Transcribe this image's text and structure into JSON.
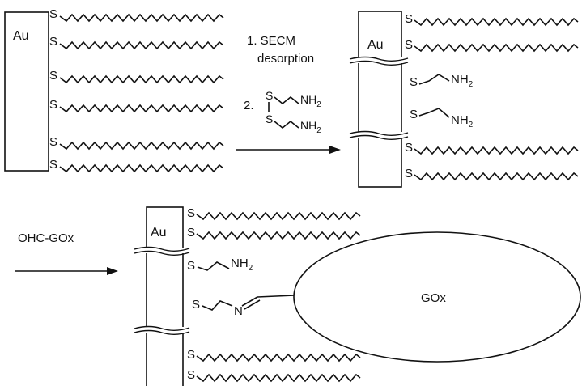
{
  "electrode_label": "Au",
  "thiol_atom": "S",
  "amine_group": "NH",
  "amine_subscript": "2",
  "imine_atom": "N",
  "step1_line1": "1. SECM",
  "step1_line2": "desorption",
  "step2_label": "2.",
  "reagent_label": "OHC-GOx",
  "enzyme_label": "GOx"
}
